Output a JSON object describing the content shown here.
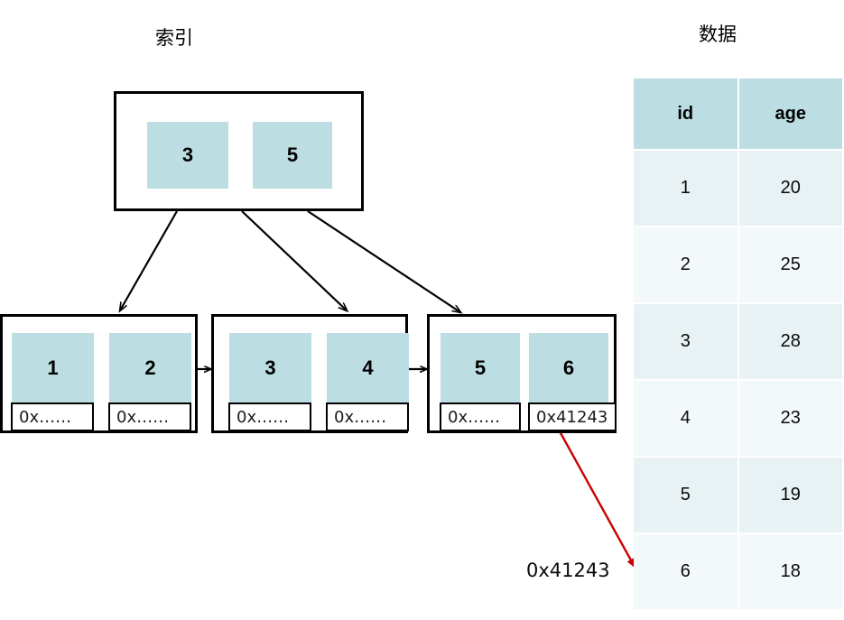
{
  "captions": {
    "index": "索引",
    "data": "数据"
  },
  "tree": {
    "root": {
      "keys": [
        "3",
        "5"
      ]
    },
    "leaves": [
      {
        "entries": [
          {
            "key": "1",
            "pointer": "0x……"
          },
          {
            "key": "2",
            "pointer": "0x……"
          }
        ]
      },
      {
        "entries": [
          {
            "key": "3",
            "pointer": "0x……"
          },
          {
            "key": "4",
            "pointer": "0x……"
          }
        ]
      },
      {
        "entries": [
          {
            "key": "5",
            "pointer": "0x……"
          },
          {
            "key": "6",
            "pointer": "0x41243"
          }
        ]
      }
    ]
  },
  "annotation": {
    "address": "0x41243"
  },
  "table": {
    "columns": [
      "id",
      "age"
    ],
    "rows": [
      {
        "id": "1",
        "age": "20"
      },
      {
        "id": "2",
        "age": "25"
      },
      {
        "id": "3",
        "age": "28"
      },
      {
        "id": "4",
        "age": "23"
      },
      {
        "id": "5",
        "age": "19"
      },
      {
        "id": "6",
        "age": "18"
      }
    ]
  },
  "colors": {
    "key_fill": "#bcdee3",
    "header_fill": "#bcdee3",
    "row_odd": "#e8f1f3",
    "row_even": "#f3f8fa",
    "stroke": "#000000",
    "highlight_arrow": "#cc0000"
  }
}
